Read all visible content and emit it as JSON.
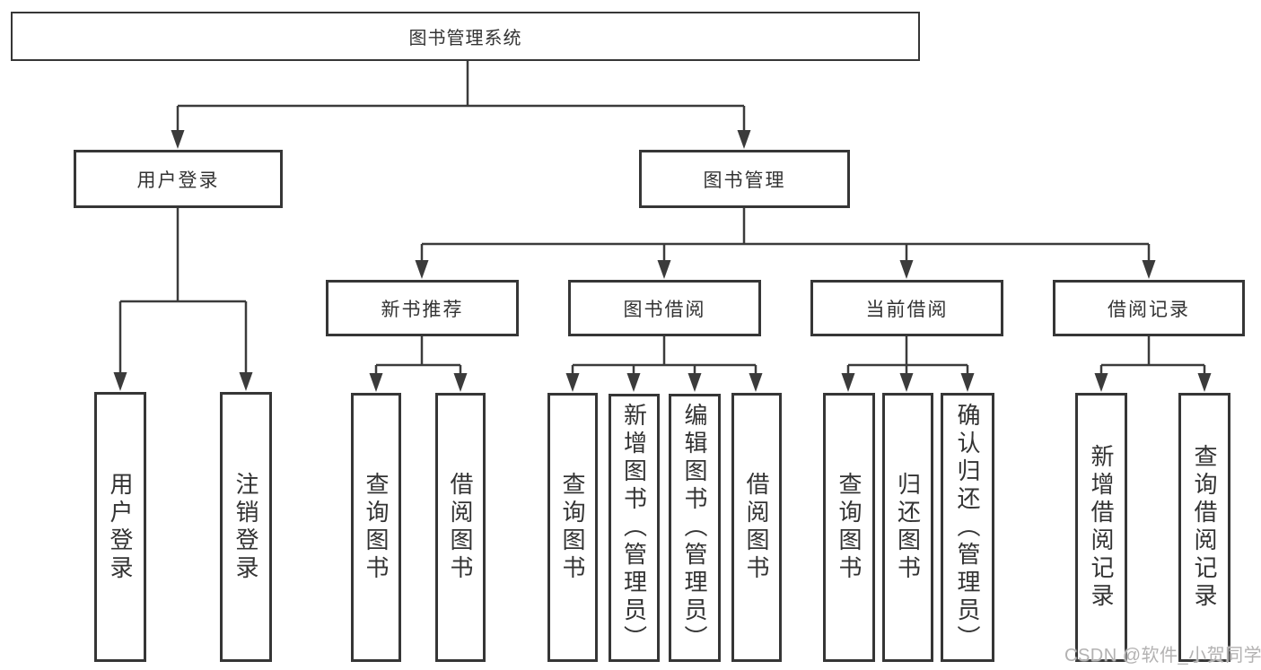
{
  "tree": {
    "root": "图书管理系统",
    "l2": {
      "user_login": "用户登录",
      "book_mgmt": "图书管理"
    },
    "l3": {
      "new_books": "新书推荐",
      "borrowing": "图书借阅",
      "current": "当前借阅",
      "records": "借阅记录"
    },
    "leaves": {
      "user_login": [
        "用户登录",
        "注销登录"
      ],
      "new_books": [
        "查询图书",
        "借阅图书"
      ],
      "borrowing": [
        "查询图书",
        "新增图书（管理员）",
        "编辑图书（管理员）",
        "借阅图书"
      ],
      "current": [
        "查询图书",
        "归还图书",
        "确认归还（管理员）"
      ],
      "records": [
        "新增借阅记录",
        "查询借阅记录"
      ]
    }
  },
  "watermark": "CSDN @软件_小贺同学",
  "colors": {
    "line": "#3b3b3b",
    "box_border": "#363636",
    "text": "#333333",
    "watermark": "#b3b2b2",
    "background": "#ffffff"
  }
}
